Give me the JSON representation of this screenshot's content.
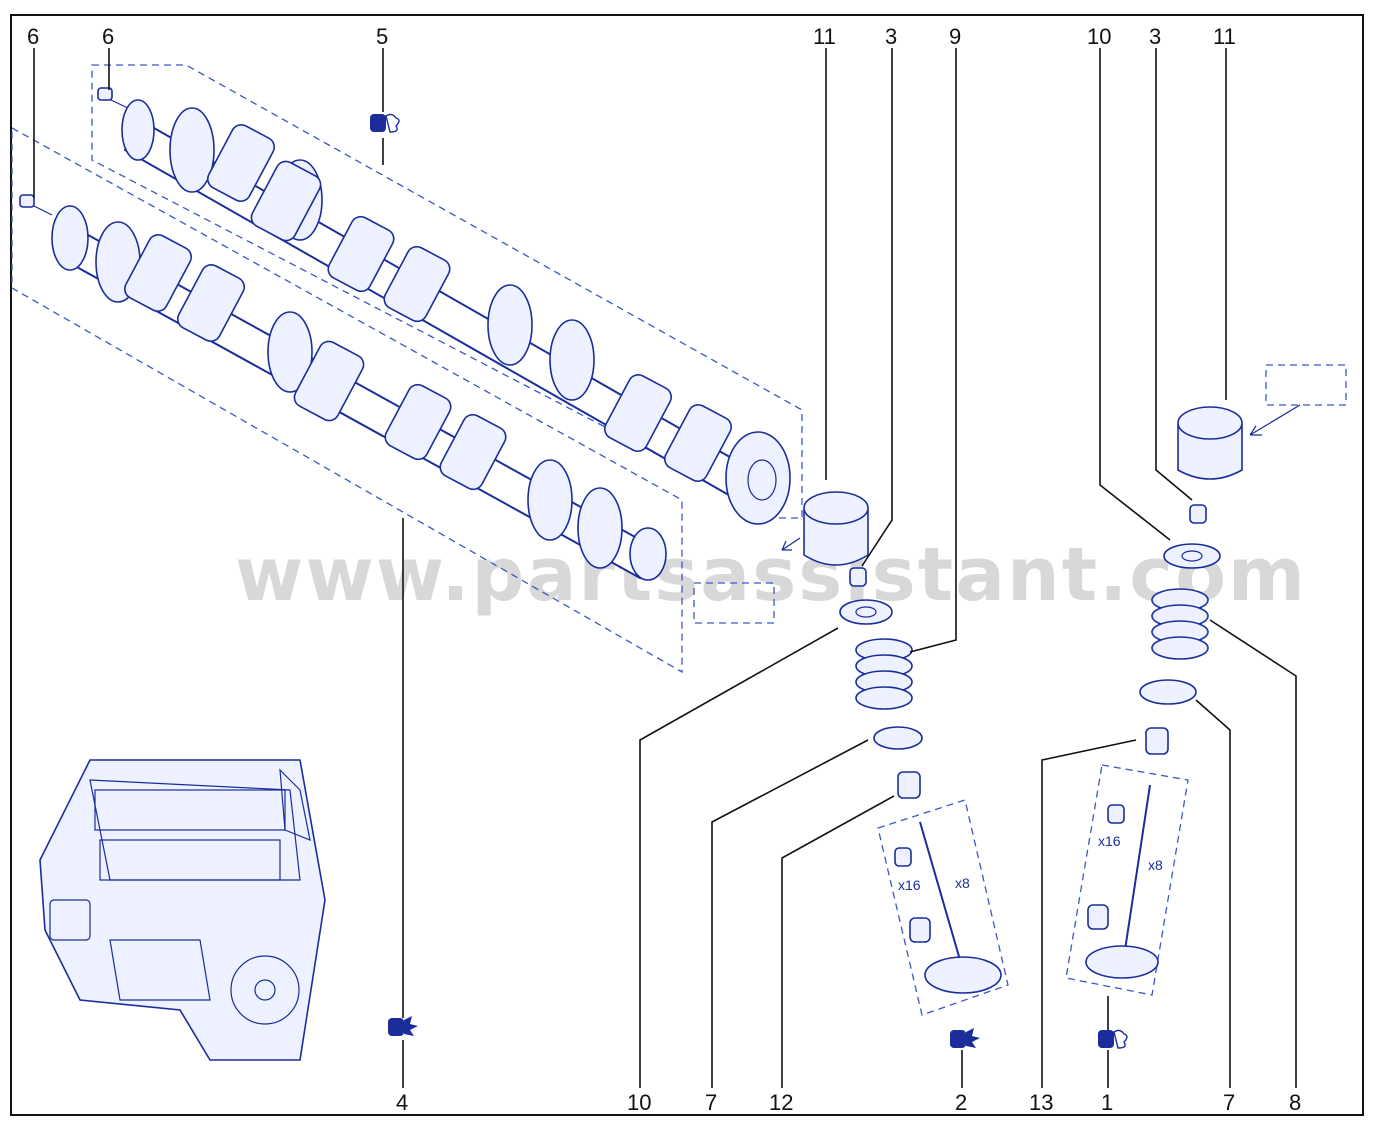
{
  "diagram": {
    "watermark": "www.partsassistant.com",
    "callouts": [
      {
        "id": "c6a",
        "label": "6"
      },
      {
        "id": "c6b",
        "label": "6"
      },
      {
        "id": "c5",
        "label": "5"
      },
      {
        "id": "c11a",
        "label": "11"
      },
      {
        "id": "c3a",
        "label": "3"
      },
      {
        "id": "c9",
        "label": "9"
      },
      {
        "id": "c10a",
        "label": "10"
      },
      {
        "id": "c3b",
        "label": "3"
      },
      {
        "id": "c11b",
        "label": "11"
      },
      {
        "id": "c4",
        "label": "4"
      },
      {
        "id": "c10b",
        "label": "10"
      },
      {
        "id": "c7a",
        "label": "7"
      },
      {
        "id": "c12",
        "label": "12"
      },
      {
        "id": "c2",
        "label": "2"
      },
      {
        "id": "c13",
        "label": "13"
      },
      {
        "id": "c1",
        "label": "1"
      },
      {
        "id": "c7b",
        "label": "7"
      },
      {
        "id": "c8",
        "label": "8"
      }
    ],
    "quantities": {
      "left_x16": "x16",
      "left_x8": "x8",
      "right_x16": "x16",
      "right_x8": "x8"
    },
    "colors": {
      "line": "#1a2d9a",
      "dash": "#3d57c4",
      "frame": "#111111"
    },
    "icons": [
      "grease-icon",
      "grease-icon",
      "grease-icon",
      "grease-icon"
    ]
  }
}
